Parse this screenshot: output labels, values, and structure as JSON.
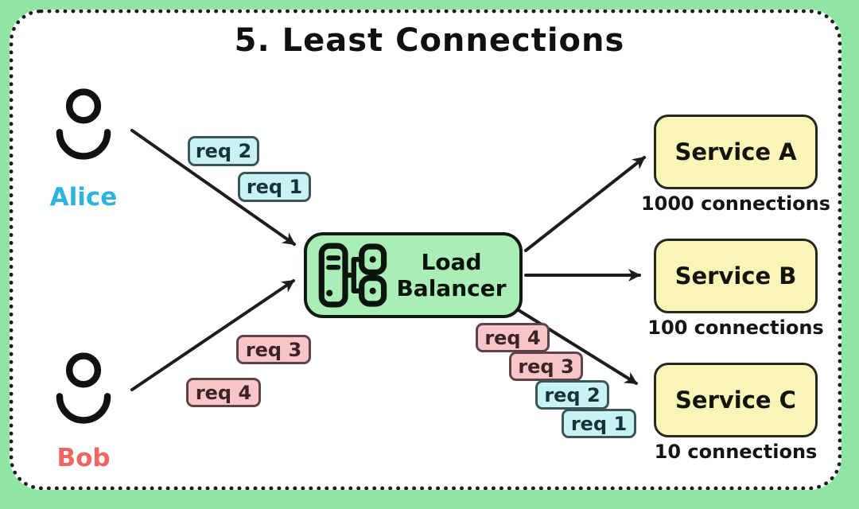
{
  "title": "5. Least Connections",
  "users": {
    "alice": "Alice",
    "bob": "Bob"
  },
  "load_balancer": {
    "line1": "Load",
    "line2": "Balancer"
  },
  "services": [
    {
      "name": "Service A",
      "connections": "1000 connections"
    },
    {
      "name": "Service B",
      "connections": "100 connections"
    },
    {
      "name": "Service C",
      "connections": "10 connections"
    }
  ],
  "requests": {
    "from_alice": [
      "req 2",
      "req 1"
    ],
    "from_bob": [
      "req 3",
      "req 4"
    ],
    "queued_to_service_c": [
      "req 4",
      "req 3",
      "req 2",
      "req 1"
    ]
  },
  "colors": {
    "background_green": "#8ee6a2",
    "load_balancer_green": "#a9eeb4",
    "service_yellow": "#f8f5b6",
    "alice_request_cyan": "#c9f3f2",
    "bob_request_pink": "#f8c6c8",
    "alice_label": "#2eb3dc",
    "bob_label": "#ef6660",
    "line_black": "#1d1d1d"
  }
}
